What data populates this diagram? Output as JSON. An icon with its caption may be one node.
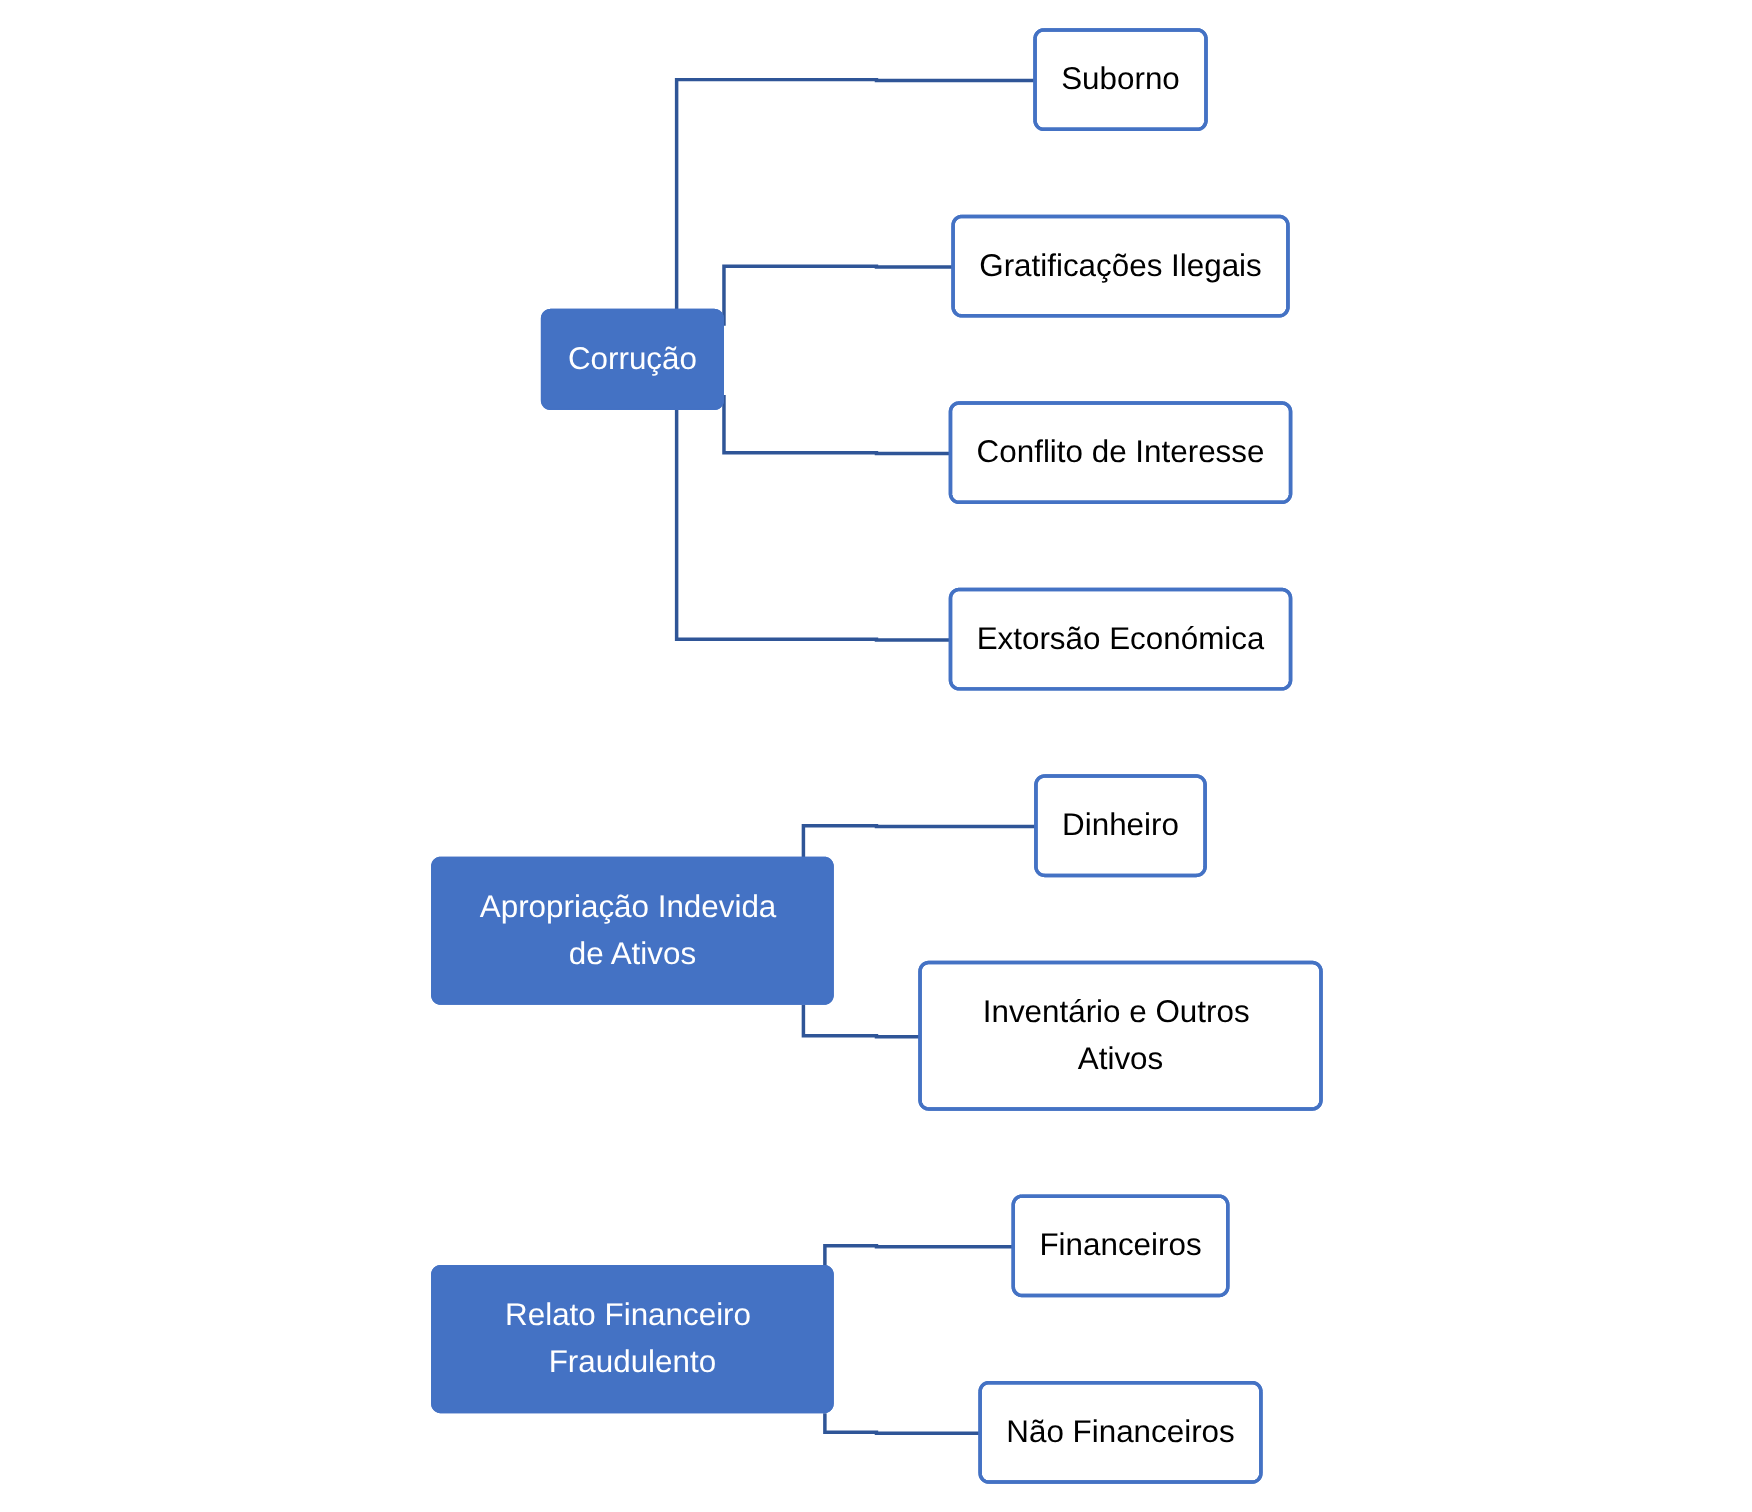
{
  "diagram": {
    "nodes": [
      {
        "text": [
          "Corrução"
        ]
      },
      {
        "text": [
          "Suborno"
        ]
      },
      {
        "text": [
          "Gratificações Ilegais"
        ]
      },
      {
        "text": [
          "Conflito de Interesse"
        ]
      },
      {
        "text": [
          "Extorsão Económica"
        ]
      },
      {
        "text": [
          "Apropriação Indevida de Ativos"
        ]
      },
      {
        "text": [
          "Dinheiro"
        ]
      },
      {
        "text": [
          "Inventário e Outros Ativos"
        ]
      },
      {
        "text": [
          "Relato Financeiro Fraudulento"
        ]
      },
      {
        "text": [
          "Financeiros"
        ]
      },
      {
        "text": [
          "Não Financeiros"
        ]
      }
    ],
    "edges": [
      {
        "from": 0,
        "to": 1,
        "arrow": "none"
      },
      {
        "from": 0,
        "to": 2,
        "arrow": "none"
      },
      {
        "from": 0,
        "to": 3,
        "arrow": "none"
      },
      {
        "from": 0,
        "to": 4,
        "arrow": "none"
      },
      {
        "from": 5,
        "to": 6,
        "arrow": "none"
      },
      {
        "from": 5,
        "to": 7,
        "arrow": "none"
      },
      {
        "from": 8,
        "to": 9,
        "arrow": "none"
      },
      {
        "from": 8,
        "to": 10,
        "arrow": "none"
      }
    ]
  }
}
